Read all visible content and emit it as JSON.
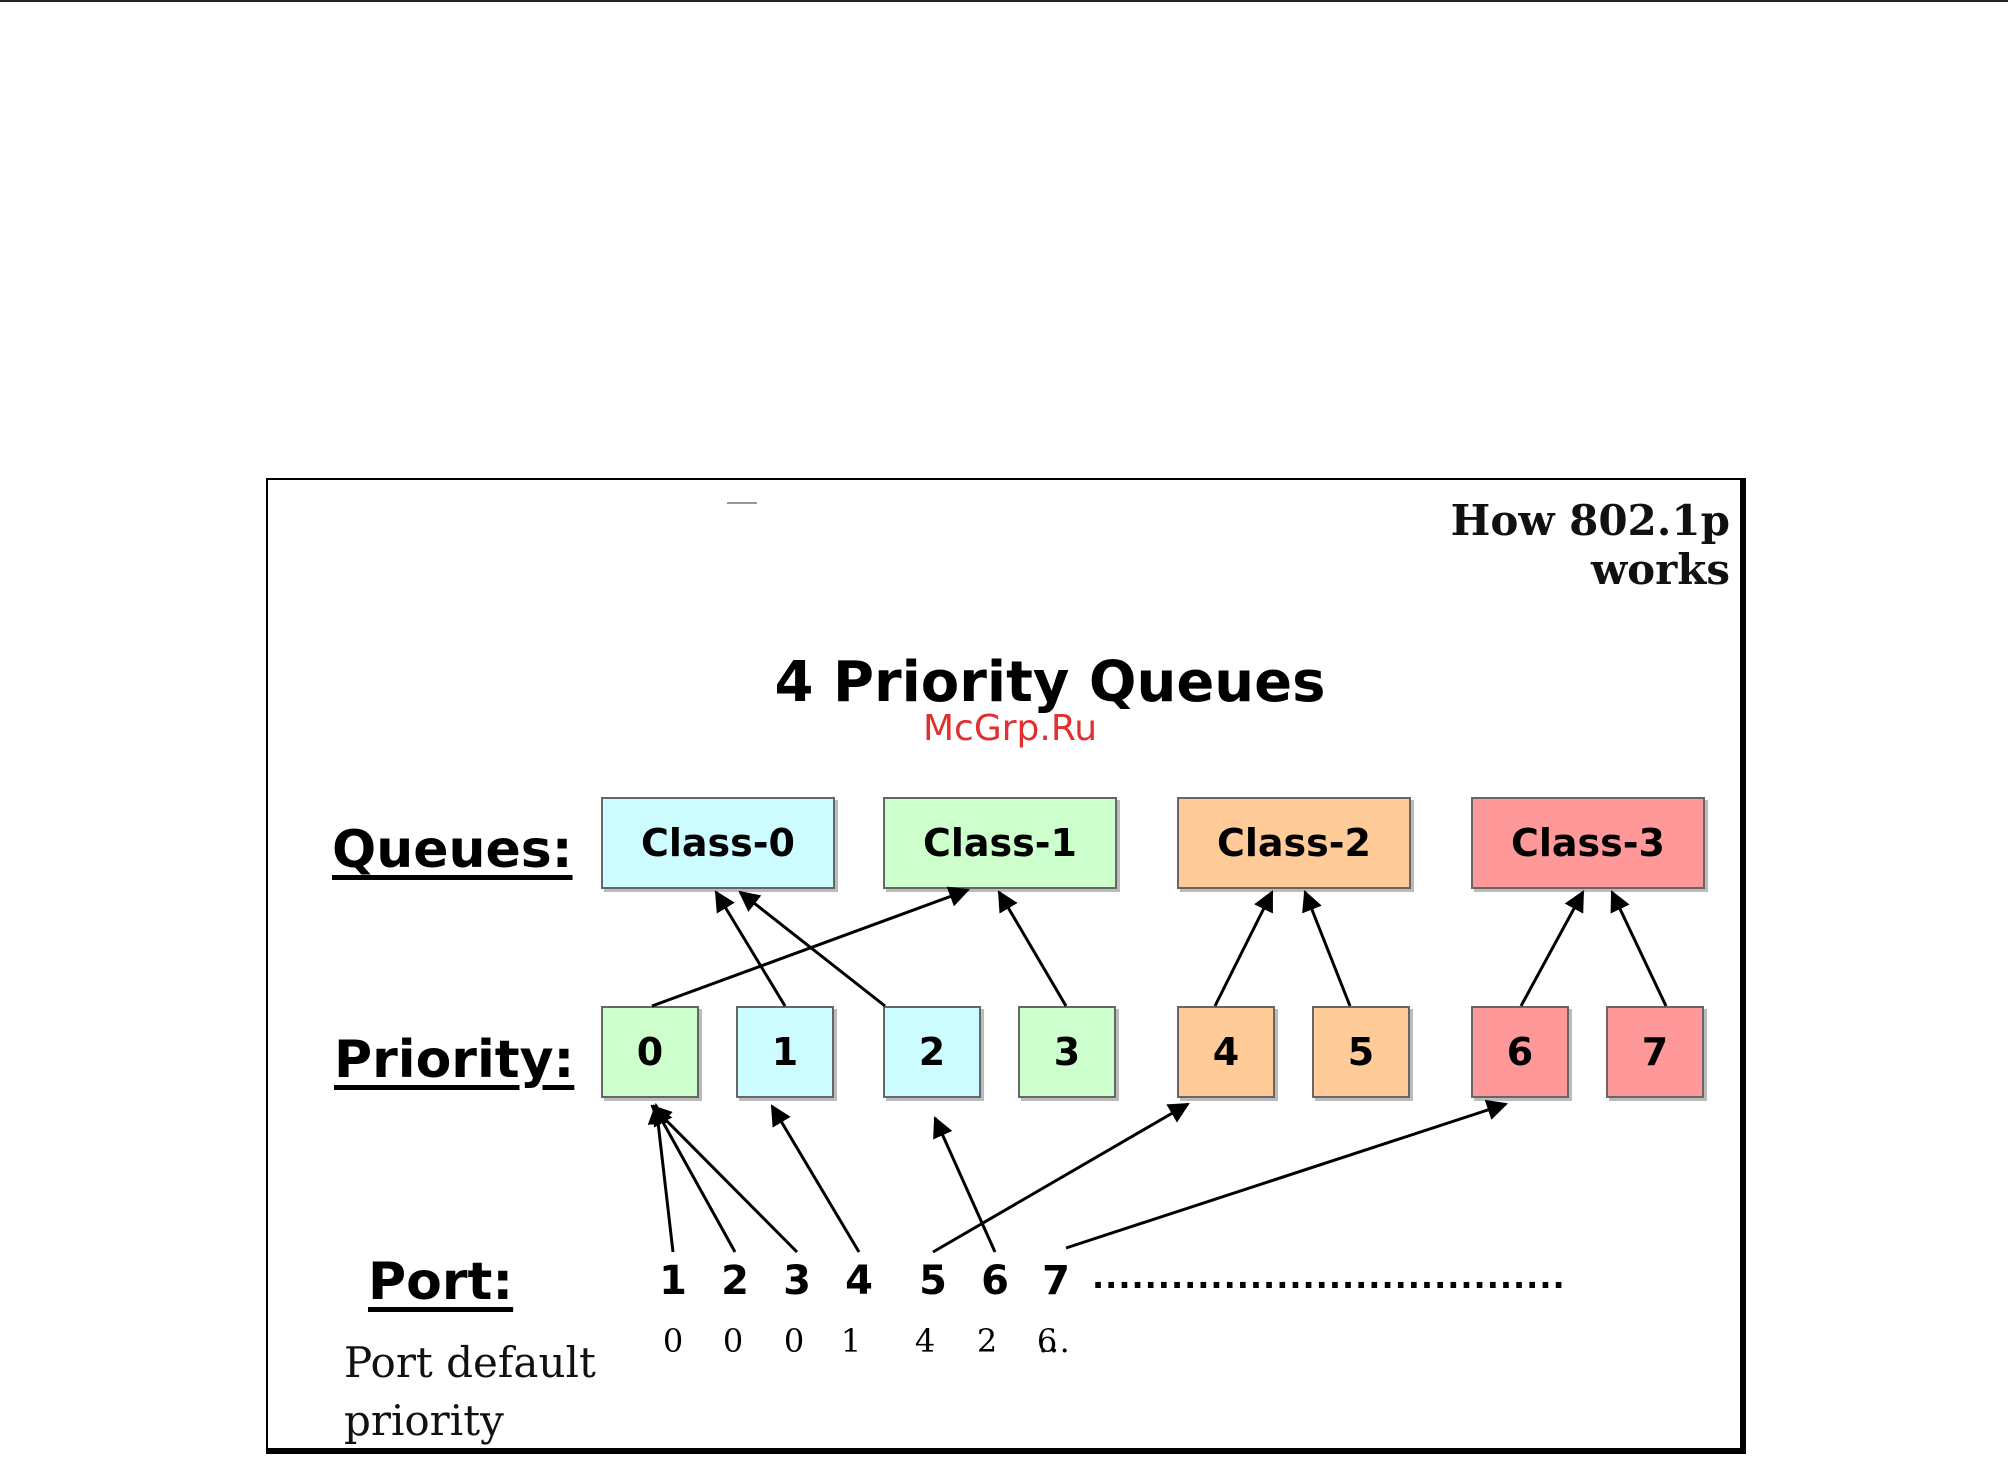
{
  "header": {
    "corner_title": "How 802.1p works",
    "main_title": "4 Priority Queues",
    "watermark": "McGrp.Ru"
  },
  "labels": {
    "queues": "Queues:",
    "priority": "Priority:",
    "port": "Port:",
    "port_default_line1": "Port default",
    "port_default_line2": "priority"
  },
  "queues": [
    {
      "label": "Class-0",
      "color": "#ccfcff"
    },
    {
      "label": "Class-1",
      "color": "#ccffcc"
    },
    {
      "label": "Class-2",
      "color": "#ffcc99"
    },
    {
      "label": "Class-3",
      "color": "#ff9999"
    }
  ],
  "priorities": [
    {
      "label": "0",
      "color": "#ccffcc",
      "queue": 1
    },
    {
      "label": "1",
      "color": "#ccfcff",
      "queue": 0
    },
    {
      "label": "2",
      "color": "#ccfcff",
      "queue": 0
    },
    {
      "label": "3",
      "color": "#ccffcc",
      "queue": 1
    },
    {
      "label": "4",
      "color": "#ffcc99",
      "queue": 2
    },
    {
      "label": "5",
      "color": "#ffcc99",
      "queue": 2
    },
    {
      "label": "6",
      "color": "#ff9999",
      "queue": 3
    },
    {
      "label": "7",
      "color": "#ff9999",
      "queue": 3
    }
  ],
  "ports": [
    {
      "label": "1",
      "default": "0"
    },
    {
      "label": "2",
      "default": "0"
    },
    {
      "label": "3",
      "default": "0"
    },
    {
      "label": "4",
      "default": "1"
    },
    {
      "label": "5",
      "default": "4"
    },
    {
      "label": "6",
      "default": "2"
    },
    {
      "label": "7",
      "default": "6"
    }
  ],
  "ports_continuation": "....................................",
  "defaults_continuation": "…"
}
